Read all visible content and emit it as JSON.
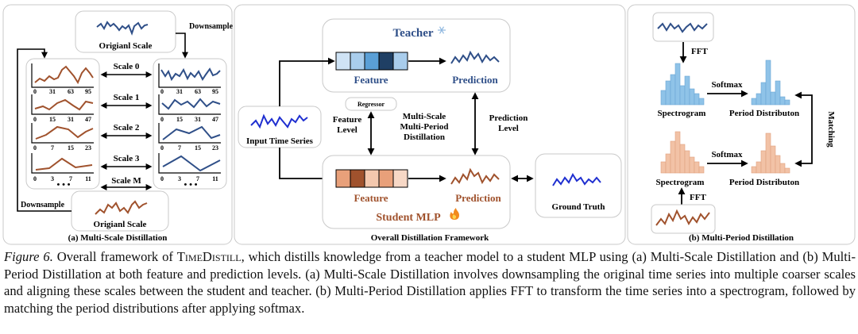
{
  "panel_a": {
    "title": "(a) Multi-Scale Distillation",
    "original_top": "Origianl Scale",
    "original_bottom": "Origianl Scale",
    "downsample_top": "Downsample",
    "downsample_bottom": "Downsample",
    "scales": [
      "Scale 0",
      "Scale 1",
      "Scale 2",
      "Scale 3",
      "Scale M"
    ],
    "ticks": [
      [
        "0",
        "31",
        "63",
        "95"
      ],
      [
        "0",
        "15",
        "31",
        "47"
      ],
      [
        "0",
        "7",
        "15",
        "23"
      ],
      [
        "0",
        "3",
        "7",
        "11"
      ]
    ],
    "dots": "• • •"
  },
  "panel_mid": {
    "title": "Overall Distillation Framework",
    "teacher": "Teacher",
    "teacher_icon": "snowflake-icon",
    "feature": "Feature",
    "prediction": "Prediction",
    "regressor": "Regressor",
    "feature_level": [
      "Feature",
      "Level"
    ],
    "distill": [
      "Multi-Scale",
      "Multi-Period",
      "Distillation"
    ],
    "prediction_level": [
      "Prediction",
      "Level"
    ],
    "input": "Input Time Series",
    "student": "Student MLP",
    "student_icon": "fire-icon",
    "student_feature": "Feature",
    "student_prediction": "Prediction",
    "ground_truth": "Ground Truth"
  },
  "panel_b": {
    "title": "(b) Multi-Period Distillation",
    "fft_top": "FFT",
    "fft_bottom": "FFT",
    "spectrogram_top": "Spectrogram",
    "spectrogram_bottom": "Spectrogram",
    "softmax_top": "Softmax",
    "softmax_bottom": "Softmax",
    "period_top": "Period Distributon",
    "period_bottom": "Period Distributon",
    "matching": "Matching"
  },
  "caption": {
    "lead": "Figure 6.",
    "text1": " Overall framework of ",
    "name": "TimeDistill",
    "text2": ", which distills knowledge from a teacher model to a student MLP using (a) Multi-Scale Distillation and (b) Multi-Period Distillation at both feature and prediction levels. (a) Multi-Scale Distillation involves downsampling the original time series into multiple coarser scales and aligning these scales between the student and teacher. (b) Multi-Period Distillation applies FFT to transform the time series into a spectrogram, followed by matching the period distributions after applying softmax."
  },
  "colors": {
    "teacher_blue": "#2f4f88",
    "student_brown": "#a0522d",
    "input_blue": "#1f2fd0",
    "bar_blue": "#8fc3e8",
    "bar_peach": "#f2c2a6",
    "panel_border": "#c9c9c9"
  }
}
